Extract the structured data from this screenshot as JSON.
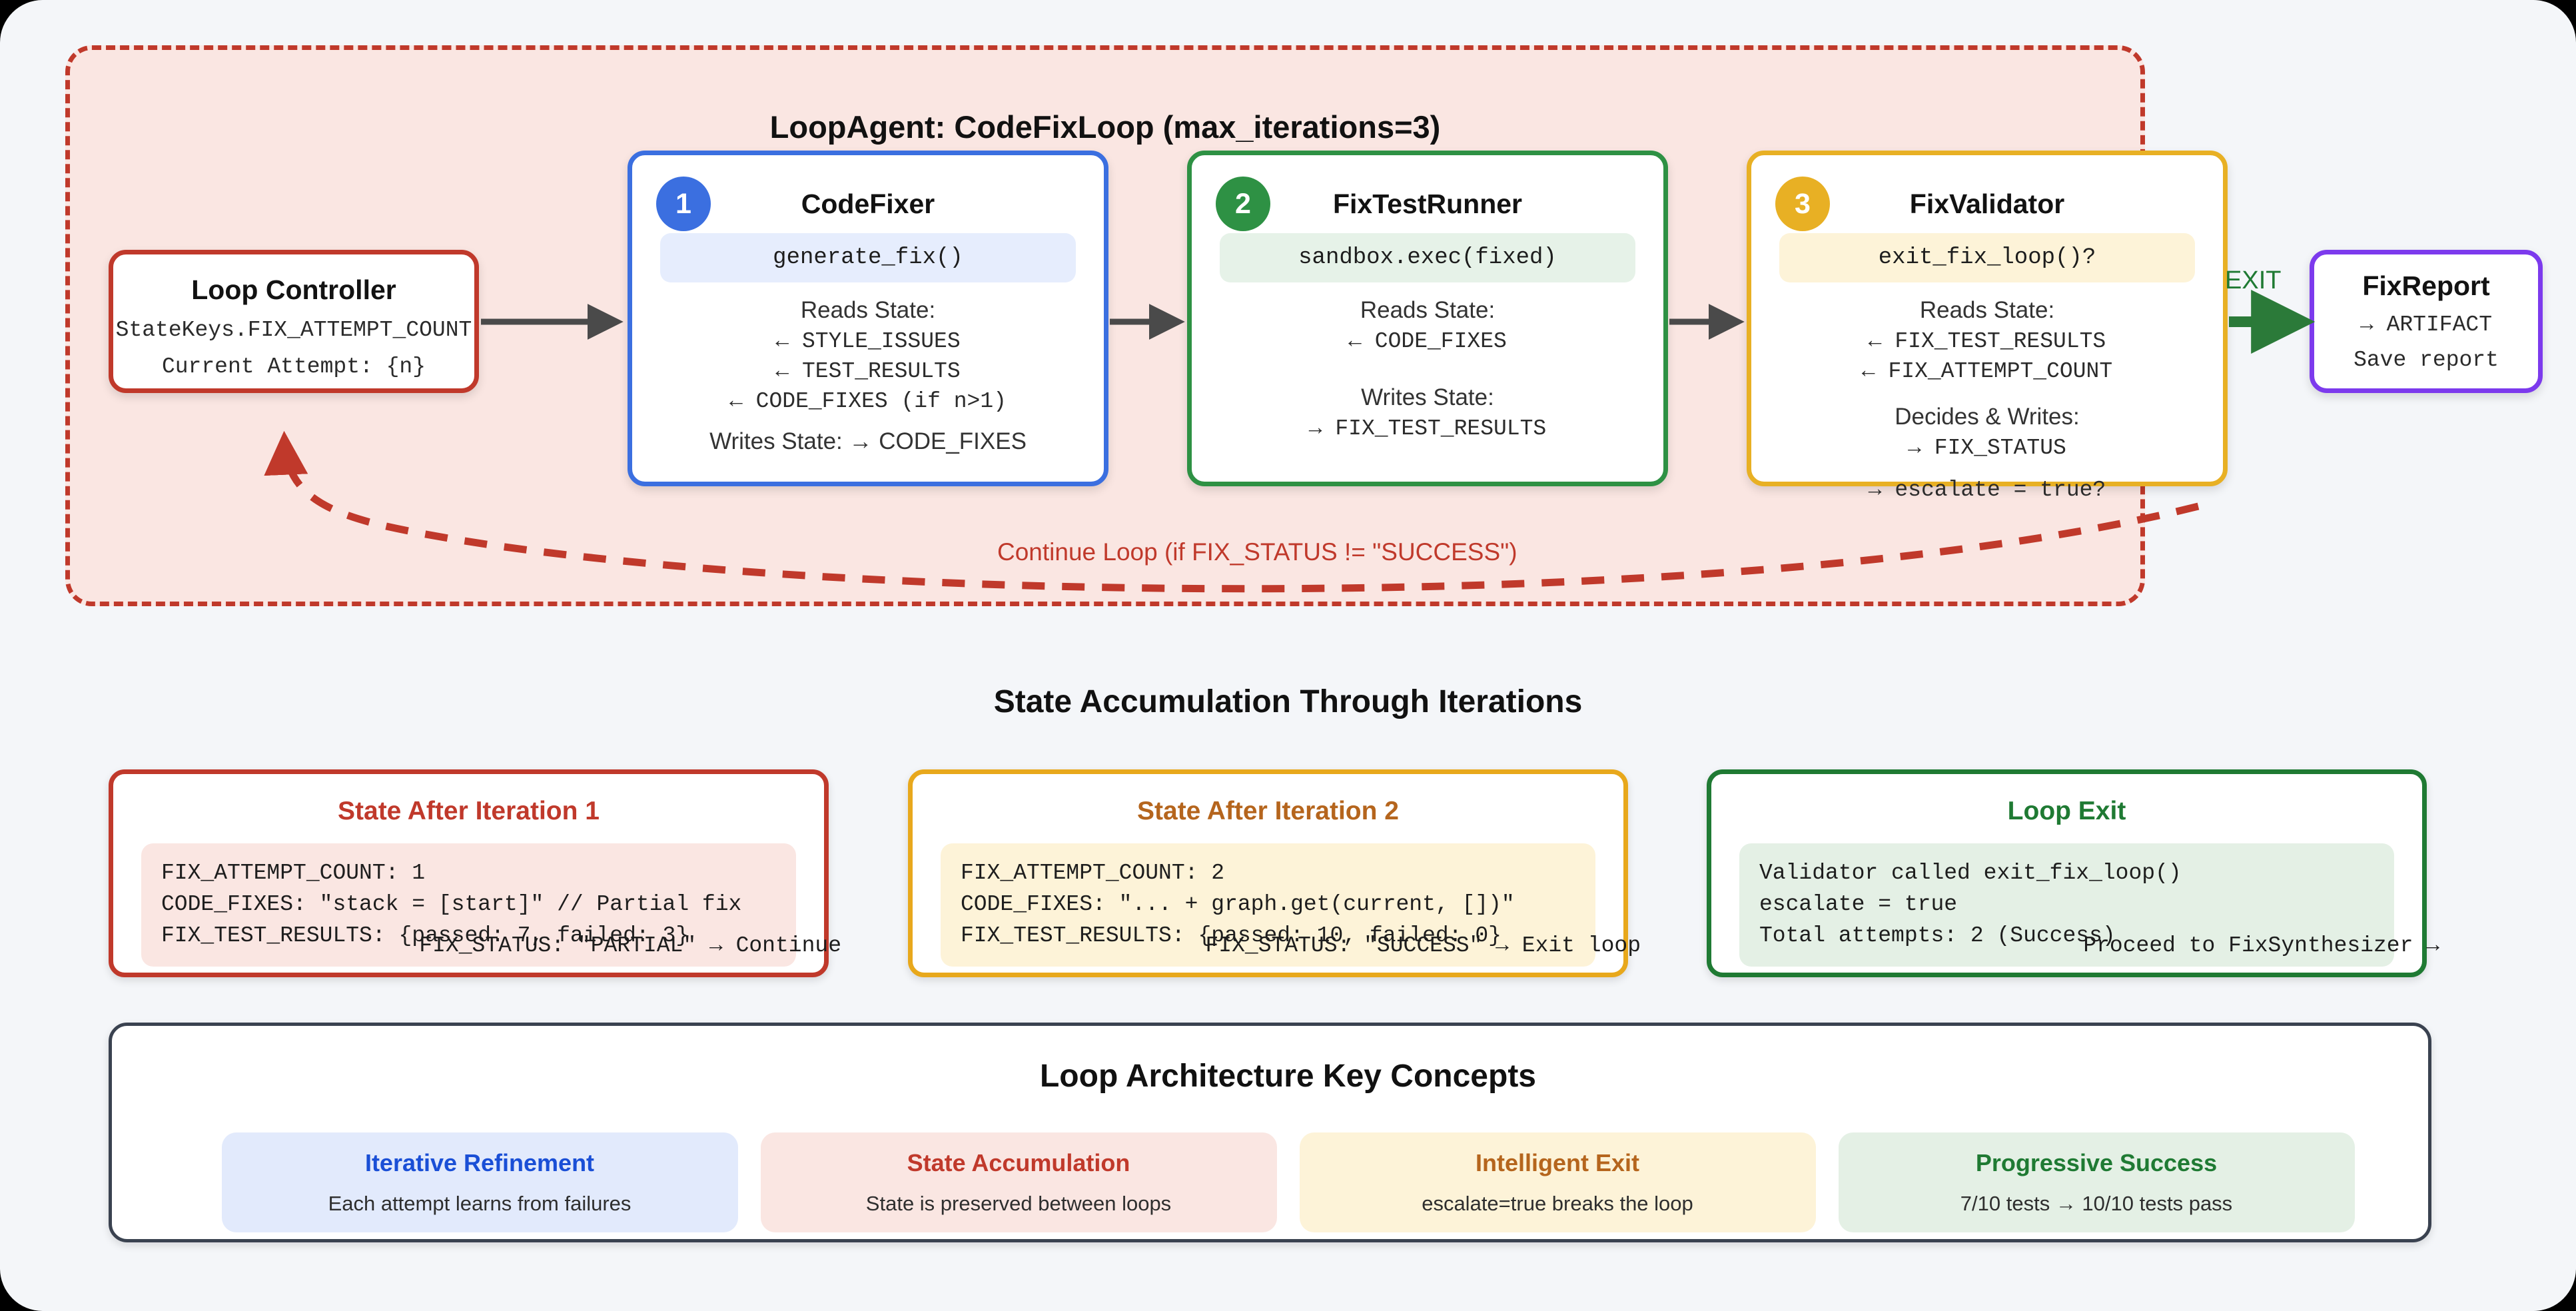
{
  "loop": {
    "title": "LoopAgent: CodeFixLoop (max_iterations=3)",
    "accent": "#c0392b",
    "background": "#fae6e2",
    "continue_label": "Continue Loop (if FIX_STATUS != \"SUCCESS\")",
    "exit_label": "EXIT"
  },
  "controller": {
    "title": "Loop Controller",
    "line1": "StateKeys.FIX_ATTEMPT_COUNT",
    "line2": "Current Attempt: {n}",
    "accent": "#c0392b"
  },
  "stages": [
    {
      "number": "1",
      "title": "CodeFixer",
      "call": "generate_fix()",
      "reads_label": "Reads State:",
      "reads": [
        "← STYLE_ISSUES",
        "← TEST_RESULTS",
        "← CODE_FIXES (if n>1)"
      ],
      "writes_label": "Writes State: → CODE_FIXES",
      "writes": [],
      "accent": "#3b6fe0"
    },
    {
      "number": "2",
      "title": "FixTestRunner",
      "call": "sandbox.exec(fixed)",
      "reads_label": "Reads State:",
      "reads": [
        "← CODE_FIXES"
      ],
      "writes_label": "Writes State:",
      "writes": [
        "→ FIX_TEST_RESULTS"
      ],
      "accent": "#2e9144"
    },
    {
      "number": "3",
      "title": "FixValidator",
      "call": "exit_fix_loop()?",
      "reads_label": "Reads State:",
      "reads": [
        "← FIX_TEST_RESULTS",
        "← FIX_ATTEMPT_COUNT"
      ],
      "writes_label": "Decides & Writes:",
      "writes": [
        "→ FIX_STATUS"
      ],
      "overflow": "→ escalate = true?",
      "accent": "#e8b024"
    }
  ],
  "report": {
    "title": "FixReport",
    "line1": "→ ARTIFACT",
    "line2": "Save report",
    "accent": "#7c3aed"
  },
  "state_section": {
    "heading": "State Accumulation Through Iterations",
    "cards": [
      {
        "title": "State After Iteration 1",
        "lines": [
          "FIX_ATTEMPT_COUNT: 1",
          "CODE_FIXES: \"stack = [start]\" // Partial fix",
          "FIX_TEST_RESULTS: {passed: 7, failed: 3}"
        ],
        "footer": "FIX_STATUS: \"PARTIAL\" → Continue",
        "accent": "#c0392b"
      },
      {
        "title": "State After Iteration 2",
        "lines": [
          "FIX_ATTEMPT_COUNT: 2",
          "CODE_FIXES: \"... + graph.get(current, [])\"",
          "FIX_TEST_RESULTS: {passed: 10, failed: 0}"
        ],
        "footer": "FIX_STATUS: \"SUCCESS\" → Exit loop",
        "accent": "#e8a81c"
      },
      {
        "title": "Loop Exit",
        "lines": [
          "Validator called exit_fix_loop()",
          "escalate = true",
          "Total attempts: 2 (Success)"
        ],
        "footer": "Proceed to FixSynthesizer →",
        "accent": "#1f7a33"
      }
    ]
  },
  "concepts": {
    "heading": "Loop Architecture Key Concepts",
    "items": [
      {
        "title": "Iterative Refinement",
        "subtitle": "Each attempt learns from failures",
        "color": "#1a4fd6"
      },
      {
        "title": "State Accumulation",
        "subtitle": "State is preserved between loops",
        "color": "#c0392b"
      },
      {
        "title": "Intelligent Exit",
        "subtitle": "escalate=true breaks the loop",
        "color": "#b5651d"
      },
      {
        "title": "Progressive Success",
        "subtitle": "7/10 tests → 10/10 tests pass",
        "color": "#1f7a33"
      }
    ]
  }
}
